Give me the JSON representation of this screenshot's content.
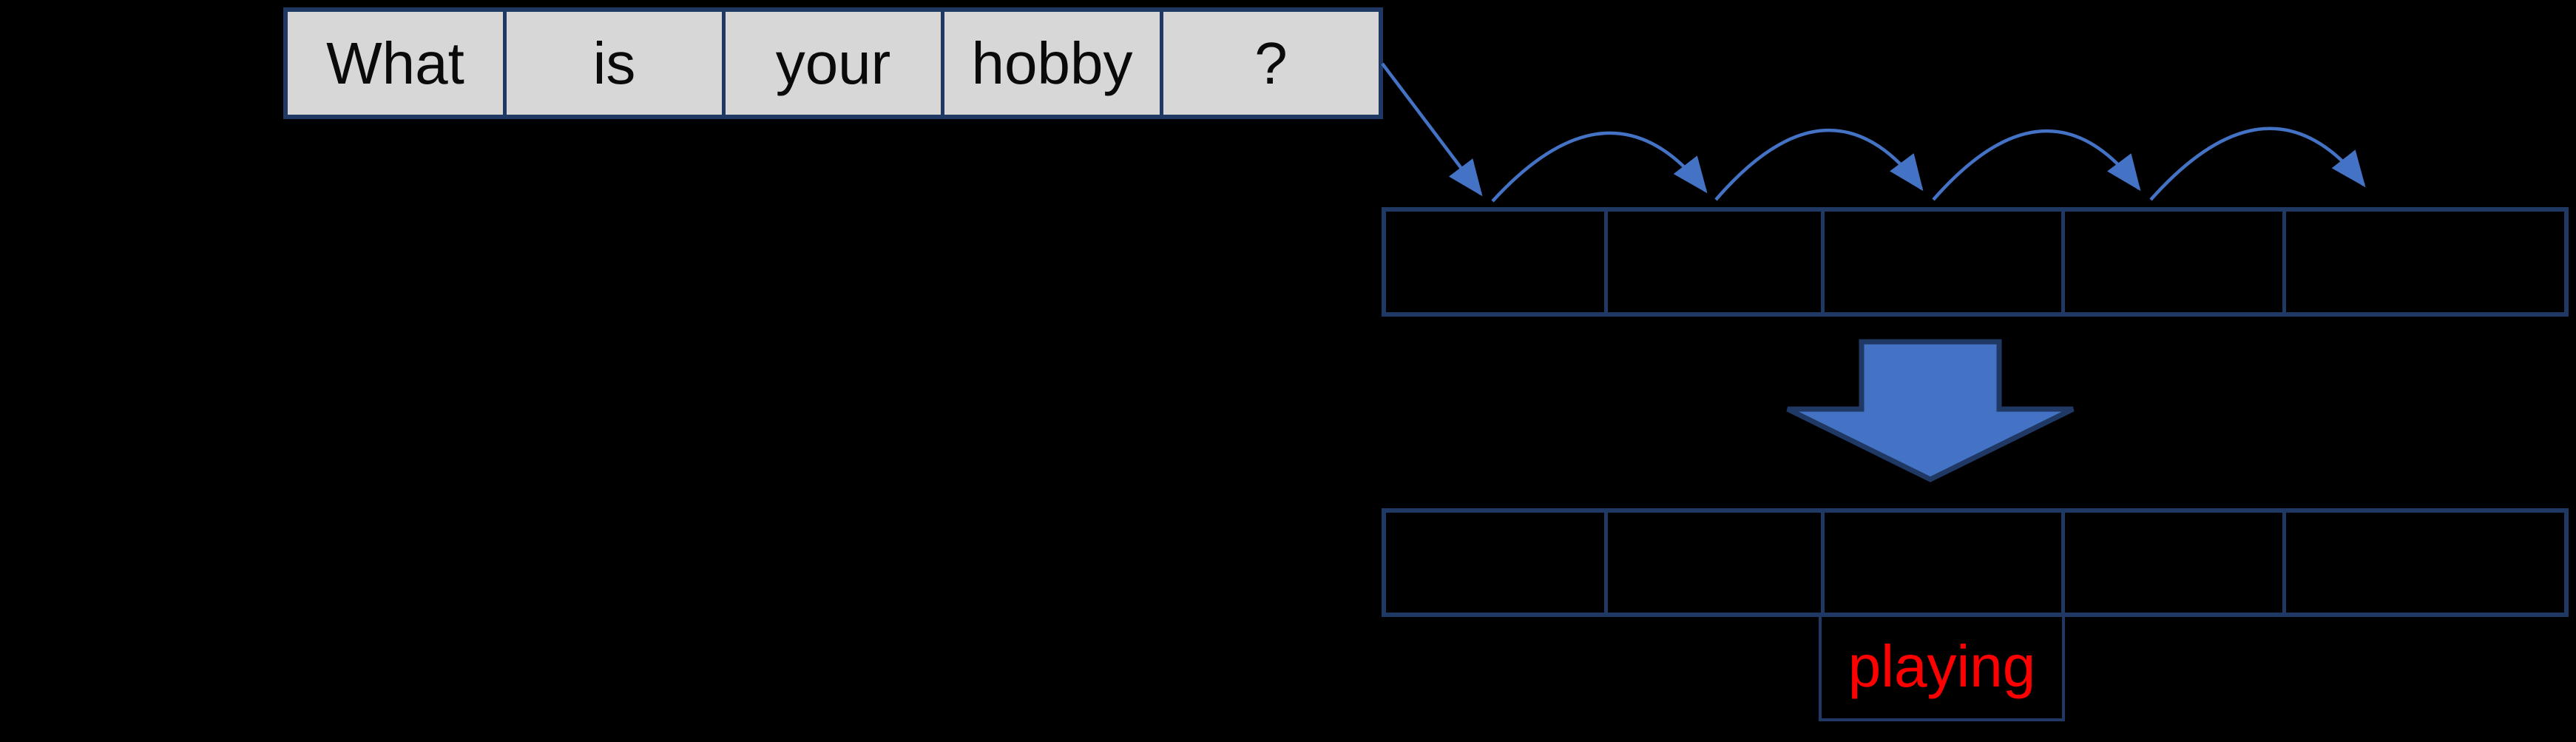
{
  "canvas": {
    "background_color": "#000000"
  },
  "colors": {
    "table_border": "#1f3864",
    "sentence_cell_fill": "#d7d7d7",
    "sentence_text": "#0a0a0a",
    "connector_blue": "#4472c4",
    "block_arrow_fill": "#4472c4",
    "block_arrow_outline": "#1f3864",
    "output_text_red": "#ff0000"
  },
  "sentence_row": {
    "words": [
      "What",
      "is",
      "your",
      "hobby",
      "?"
    ]
  },
  "encoder_row": {
    "cell_count": 5,
    "cell_texts": [
      "",
      "",
      "",
      "",
      ""
    ]
  },
  "decoder_row": {
    "cell_count": 5,
    "cell_texts": [
      "",
      "",
      "",
      "",
      ""
    ]
  },
  "connectors": {
    "input_arrow_style": "diagonal-line-arrow",
    "hop_arc_count": 4
  },
  "block_arrow": {
    "direction": "down"
  },
  "output_cell": {
    "label": "playing"
  }
}
